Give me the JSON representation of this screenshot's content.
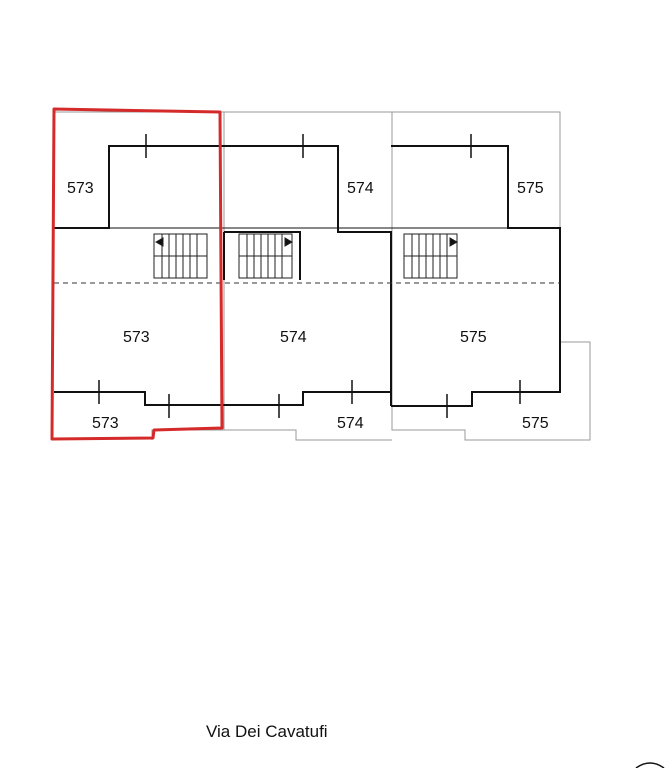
{
  "units": [
    {
      "id": "573",
      "highlight_color": "#d42a2a"
    },
    {
      "id": "574"
    },
    {
      "id": "575"
    }
  ],
  "labels": {
    "u573_top": "573",
    "u573_mid": "573",
    "u573_bot": "573",
    "u574_top": "574",
    "u574_mid": "574",
    "u574_bot": "574",
    "u575_top": "575",
    "u575_mid": "575",
    "u575_bot": "575"
  },
  "street_name": "Via Dei Cavatufi",
  "colors": {
    "wall": "#111111",
    "outline": "#9a9a9a",
    "highlight": "#d42a2a"
  }
}
